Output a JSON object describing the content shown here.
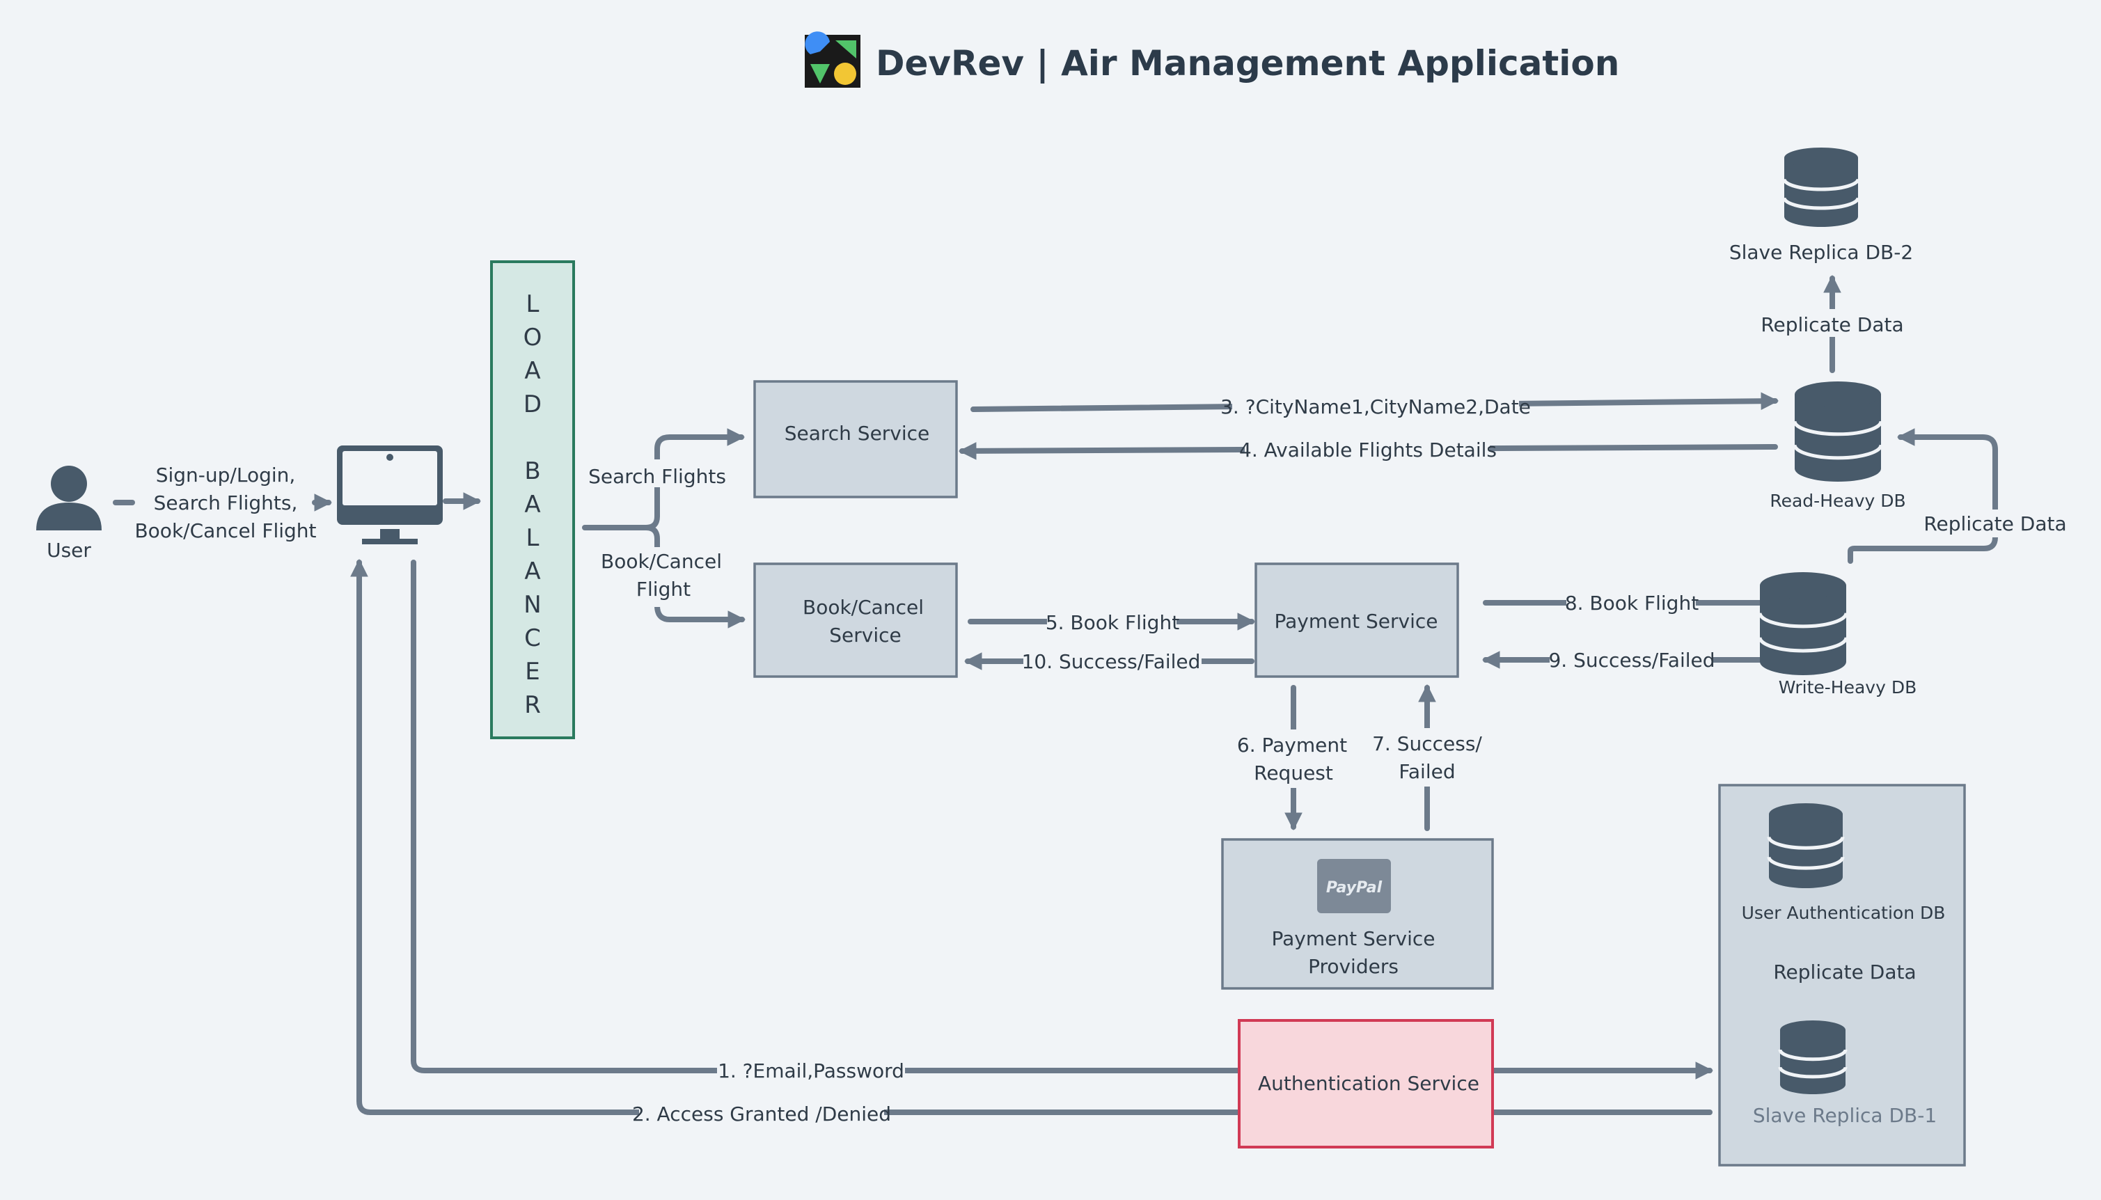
{
  "title": "DevRev | Air Management Application",
  "colors": {
    "background": "#f1f4f7",
    "node_fill": "#cfd8e0",
    "node_stroke": "#6c7a8a",
    "load_balancer_fill": "#d5e8e4",
    "load_balancer_stroke": "#2a7a5e",
    "auth_fill": "#f8d7dc",
    "auth_stroke": "#d13a55",
    "icon": "#485a6a"
  },
  "nodes": {
    "user": "User",
    "load_balancer_letters": [
      "L",
      "O",
      "A",
      "D",
      "",
      "B",
      "A",
      "L",
      "A",
      "N",
      "C",
      "E",
      "R"
    ],
    "search_service": "Search Service",
    "book_cancel_service": [
      "Book/Cancel",
      "Service"
    ],
    "payment_service": "Payment Service",
    "payment_providers": [
      "Payment Service",
      "Providers"
    ],
    "paypal_badge": "PayPal",
    "authentication_service": "Authentication Service",
    "read_heavy_db": "Read-Heavy DB",
    "write_heavy_db": "Write-Heavy DB",
    "slave_replica_db2": "Slave Replica DB-2",
    "user_auth_db": "User Authentication DB",
    "slave_replica_db1": "Slave Replica DB-1"
  },
  "edges": {
    "user_action": [
      "Sign-up/Login,",
      "Search Flights,",
      "Book/Cancel Flight"
    ],
    "search_flights": "Search Flights",
    "book_cancel_flight": [
      "Book/Cancel",
      "Flight"
    ],
    "e1": "1. ?Email,Password",
    "e2": "2. Access Granted /Denied",
    "e3": "3. ?CityName1,CityName2,Date",
    "e4": "4. Available Flights Details",
    "e5": "5. Book Flight",
    "e6": [
      "6. Payment",
      "Request"
    ],
    "e7": [
      "7. Success/",
      "Failed"
    ],
    "e8": "8. Book Flight",
    "e9": "9. Success/Failed",
    "e10": "10. Success/Failed",
    "replicate_top": "Replicate Data",
    "replicate_right": "Replicate Data",
    "replicate_auth": "Replicate Data"
  }
}
